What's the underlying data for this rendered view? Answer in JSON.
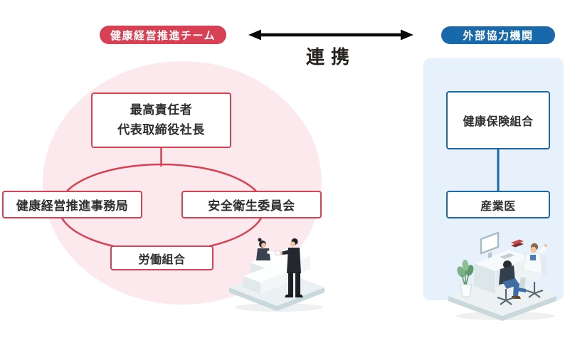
{
  "diagram": {
    "connection_label": "連携",
    "left_group": {
      "badge_label": "健康経営推進チーム",
      "chief_lines": [
        "最高責任者",
        "代表取締役社長"
      ],
      "secretariat_label": "健康経営推進事務局",
      "safety_committee_label": "安全衛生委員会",
      "labor_union_label": "労働組合"
    },
    "right_group": {
      "badge_label": "外部協力機関",
      "insurance_label": "健康保険組合",
      "physician_label": "産業医"
    },
    "colors": {
      "team_red": "#d84053",
      "team_pink_bg": "#fce9ed",
      "external_blue": "#1769ac",
      "external_blue_bg": "#e7f1fb",
      "arrow_black": "#0a0a0a",
      "text_dark": "#2f2f2f"
    },
    "icons": {
      "double_arrow": "double-arrow-icon",
      "reception_illustration": "reception-counter-illustration",
      "doctor_illustration": "doctor-consultation-illustration"
    }
  }
}
